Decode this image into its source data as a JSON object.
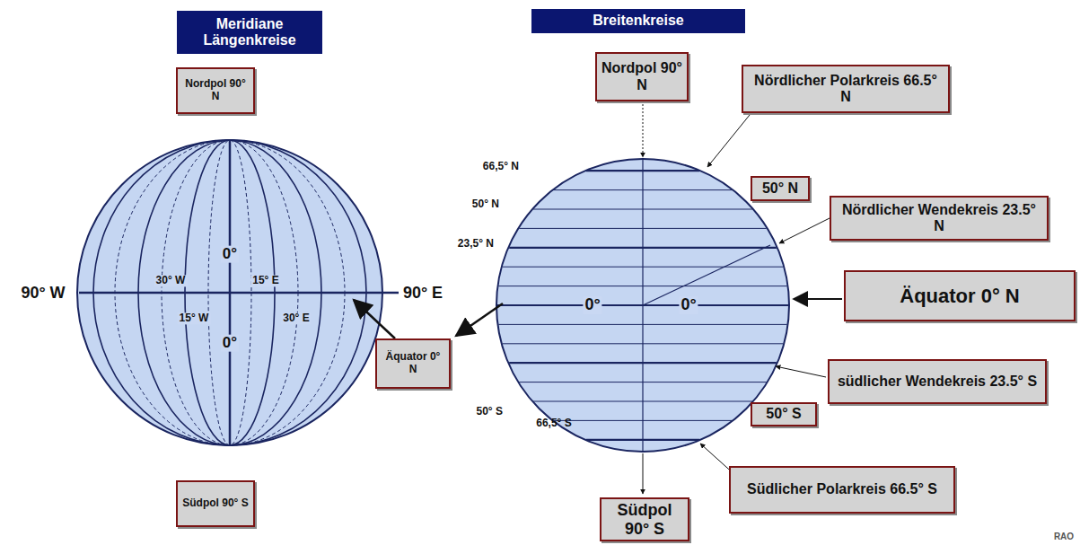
{
  "diagram": {
    "nodes": [
      {
        "text": [
          "Meridiane Längenkreise"
        ]
      },
      {
        "text": [
          "Breitenkreise"
        ]
      },
      {
        "text": [
          "Nordpol 90° N"
        ]
      },
      {
        "text": [
          "Nordpol 90° N"
        ]
      },
      {
        "text": [
          "Nördlicher Polarkreis 66.5° N"
        ]
      },
      {
        "text": [
          "50° N"
        ]
      },
      {
        "text": [
          "Nördlicher Wendekreis 23.5° N"
        ]
      },
      {
        "text": [
          "Äquator 0° N"
        ]
      },
      {
        "text": [
          "Äquator 0° N"
        ]
      },
      {
        "text": [
          "südlicher Wendekreis 23.5° S"
        ]
      },
      {
        "text": [
          "50° S"
        ]
      },
      {
        "text": [
          "Südpol 90° S"
        ]
      },
      {
        "text": [
          "Südlicher Polarkreis 66.5° S"
        ]
      },
      {
        "text": [
          "Südpol 90° S"
        ]
      }
    ],
    "labels": [
      "90° W",
      "30° W",
      "15° E",
      "0°",
      "0°",
      "15° W",
      "30° E",
      "90° E",
      "66,5° N",
      "50° N",
      "23,5° N",
      "0°",
      "0°",
      "50° S",
      "66,5° S",
      "RAO"
    ]
  }
}
